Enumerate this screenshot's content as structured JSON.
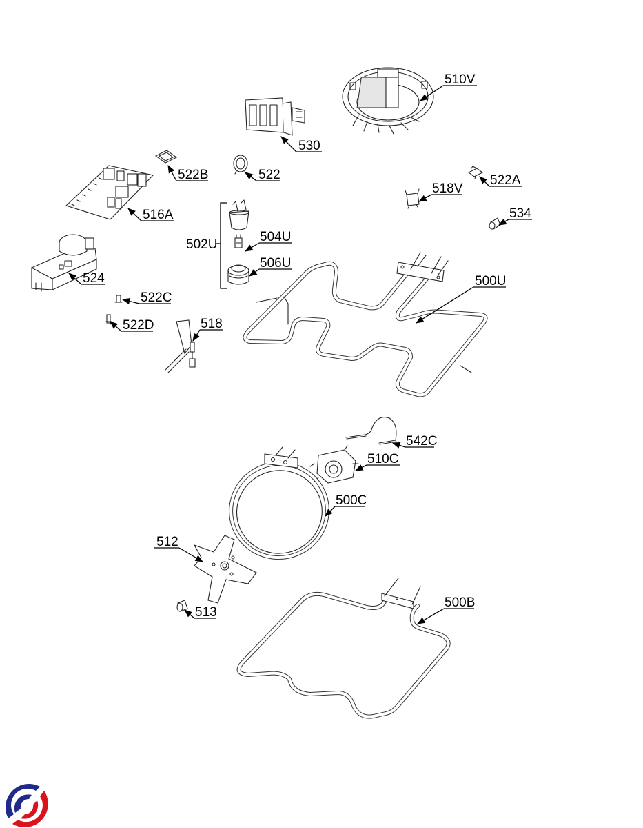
{
  "diagram": {
    "type": "exploded parts diagram",
    "subject": "oven electrical components (heating elements, fan motors, controls)",
    "callouts": [
      {
        "id": "510V",
        "label": "510V",
        "part": "cooling fan motor"
      },
      {
        "id": "530",
        "label": "530",
        "part": "terminal block"
      },
      {
        "id": "522",
        "label": "522",
        "part": "clip"
      },
      {
        "id": "522B",
        "label": "522B",
        "part": "bracket"
      },
      {
        "id": "516A",
        "label": "516A",
        "part": "control board"
      },
      {
        "id": "502U",
        "label": "502U",
        "part": "thermostat group"
      },
      {
        "id": "504U",
        "label": "504U",
        "part": "connector"
      },
      {
        "id": "506U",
        "label": "506U",
        "part": "knob cap"
      },
      {
        "id": "518V",
        "label": "518V",
        "part": "sensor bracket"
      },
      {
        "id": "522A",
        "label": "522A",
        "part": "clip"
      },
      {
        "id": "534",
        "label": "534",
        "part": "lamp"
      },
      {
        "id": "500U",
        "label": "500U",
        "part": "upper heating element"
      },
      {
        "id": "524",
        "label": "524",
        "part": "timer / switch module"
      },
      {
        "id": "522C",
        "label": "522C",
        "part": "fastener"
      },
      {
        "id": "522D",
        "label": "522D",
        "part": "fastener"
      },
      {
        "id": "518",
        "label": "518",
        "part": "temperature probe"
      },
      {
        "id": "542C",
        "label": "542C",
        "part": "wire spring"
      },
      {
        "id": "510C",
        "label": "510C",
        "part": "convection fan motor"
      },
      {
        "id": "500C",
        "label": "500C",
        "part": "circular heating element"
      },
      {
        "id": "512",
        "label": "512",
        "part": "fan blade"
      },
      {
        "id": "513",
        "label": "513",
        "part": "nut"
      },
      {
        "id": "500B",
        "label": "500B",
        "part": "bottom heating element"
      }
    ],
    "colors": {
      "line": "#000000",
      "logo_blue": "#1f2a8c",
      "logo_red": "#d8141e"
    }
  },
  "logo": {
    "name": "brand-logo"
  }
}
